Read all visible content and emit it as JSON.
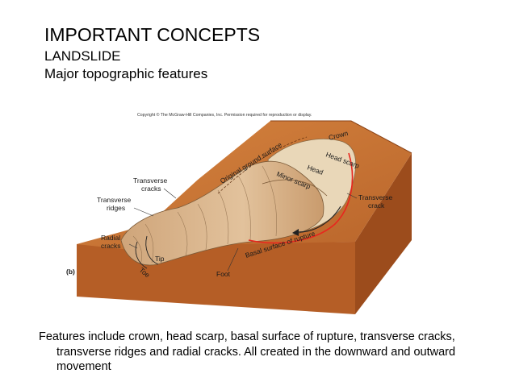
{
  "slide": {
    "title": "IMPORTANT CONCEPTS",
    "subtitle1": "LANDSLIDE",
    "subtitle2": "Major topographic features",
    "caption": "Features include crown, head scarp, basal surface of rupture, transverse cracks, transverse ridges and radial cracks. All created in the downward and outward movement"
  },
  "figure": {
    "copyright": "Copyright © The McGraw-Hill Companies, Inc. Permission required for reproduction or display.",
    "panel_label": "(b)",
    "labels": {
      "crown": "Crown",
      "head_scarp": "Head scarp",
      "head": "Head",
      "minor_scarp": "Minor scarp",
      "original_ground_surface": "Original ground surface",
      "transverse_cracks_left_1": "Transverse",
      "transverse_cracks_left_2": "cracks",
      "transverse_ridges_1": "Transverse",
      "transverse_ridges_2": "ridges",
      "radial_cracks_1": "Radial",
      "radial_cracks_2": "cracks",
      "tip": "Tip",
      "toe": "Toe",
      "foot": "Foot",
      "basal_surface": "Basal surface of rupture",
      "transverse_crack_right_1": "Transverse",
      "transverse_crack_right_2": "crack"
    },
    "colors": {
      "block_top": "#c8743a",
      "block_front": "#b55e26",
      "block_right": "#9c4c1c",
      "slide_mass": "#d9b48a",
      "scarp": "#e9d7b8",
      "rupture_line": "#e8261e"
    }
  }
}
